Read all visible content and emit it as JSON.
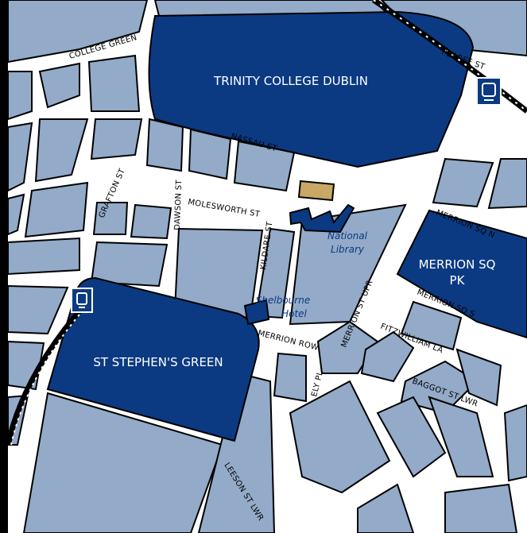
{
  "streets": {
    "college_green": "COLLEGE GREEN",
    "pearse_st": "PEARSE ST",
    "nassau_st": "NASSAU ST",
    "grafton_st": "GRAFTON ST",
    "dawson_st": "DAWSON ST",
    "molesworth_st": "MOLESWORTH ST",
    "kildare_st": "KILDARE ST",
    "merrion_sq_n": "MERRION SQ N",
    "merrion_sq_s": "MERRION SQ S",
    "merrion_st_upr": "MERRION ST UPR",
    "fitzwilliam_la": "FITZWILLIAM LA",
    "merrion_row": "MERRION ROW",
    "ely_pl": "ELY PL",
    "baggot_st_lwr": "BAGGOT ST LWR",
    "leeson_st_lwr": "LEESON ST LWR"
  },
  "parks": {
    "trinity": "TRINITY COLLEGE DUBLIN",
    "merrion_line1": "MERRION SQ",
    "merrion_line2": "PK",
    "stephens_green": "ST STEPHEN'S GREEN"
  },
  "pois": {
    "library_line1": "National",
    "library_line2": "Library",
    "shelbourne_line1": "Shelbourne",
    "shelbourne_line2": "Hotel"
  },
  "colors": {
    "block": "#93aac8",
    "park": "#0b3a82",
    "road": "#ffffff",
    "highlight": "#c8a864"
  }
}
